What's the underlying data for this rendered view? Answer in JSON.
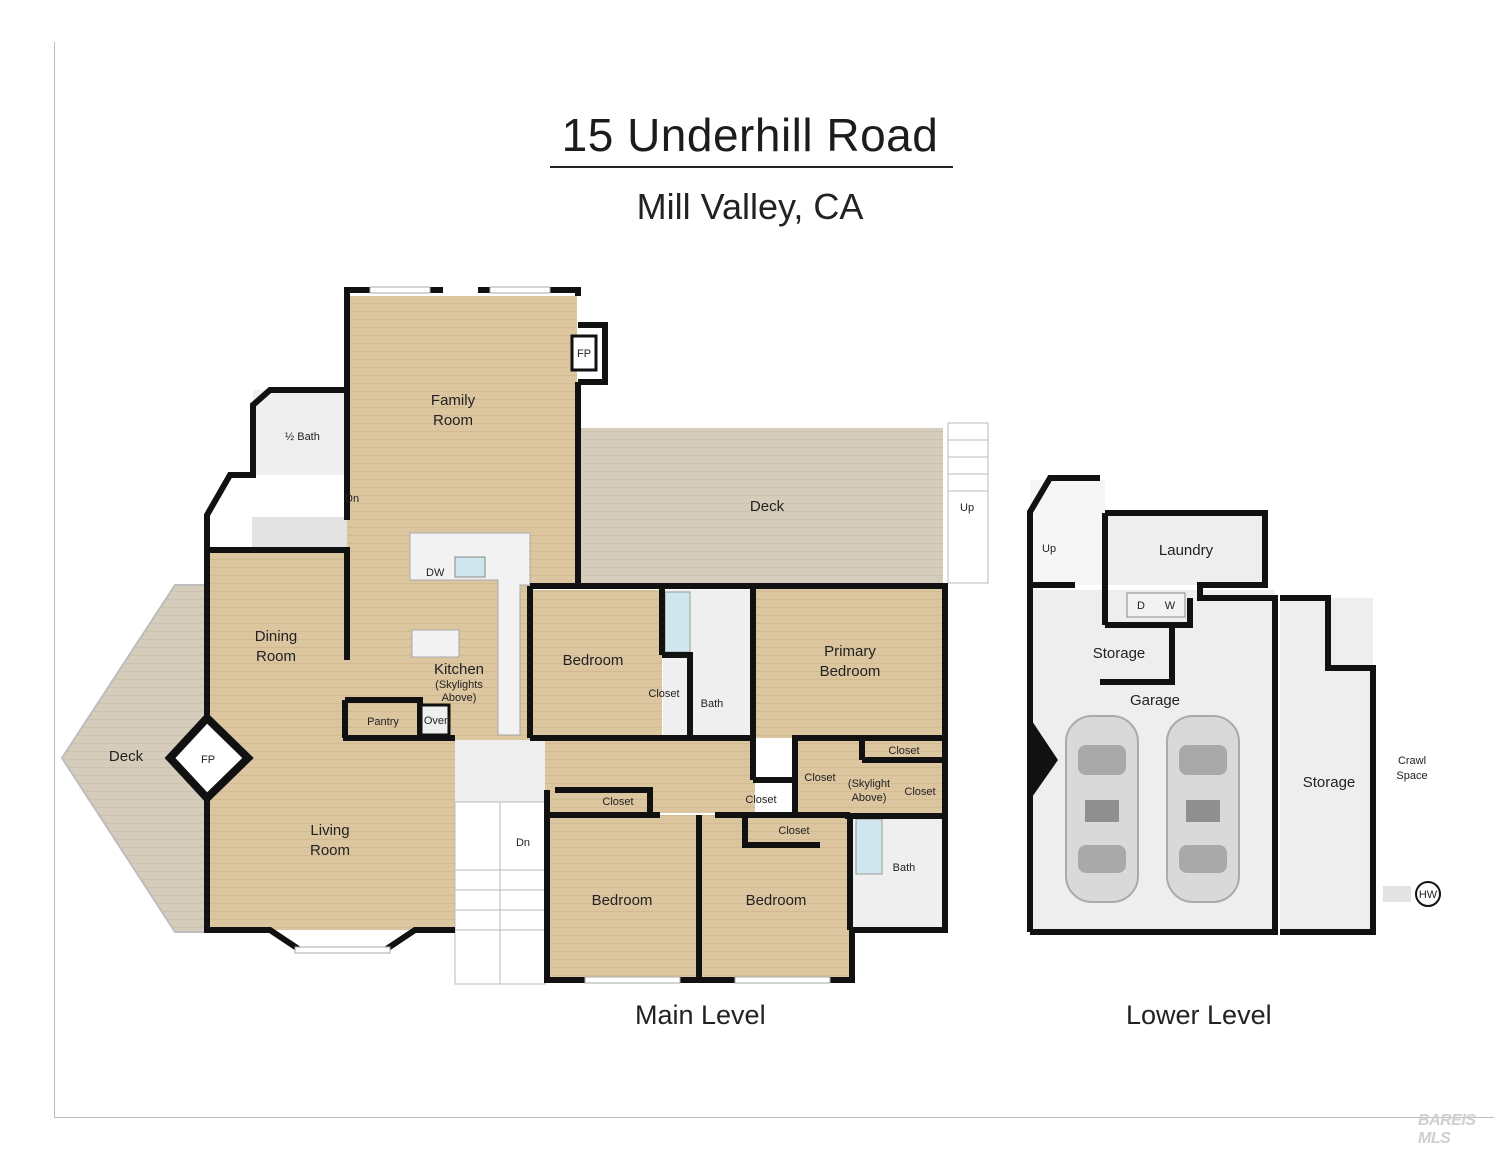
{
  "header": {
    "title": "15 Underhill Road",
    "subtitle": "Mill Valley, CA"
  },
  "levels": {
    "main": "Main Level",
    "lower": "Lower Level"
  },
  "main_rooms": {
    "family_room": [
      "Family",
      "Room"
    ],
    "half_bath": "½ Bath",
    "deck_rear": "Deck",
    "up_rear": "Up",
    "dn_upper": "Dn",
    "dw": "DW",
    "dining_room": [
      "Dining",
      "Room"
    ],
    "kitchen": "Kitchen",
    "kitchen_note": [
      "(Skylights",
      "Above)"
    ],
    "pantry": "Pantry",
    "oven": "Oven",
    "bedroom_1": "Bedroom",
    "closet_1": "Closet",
    "bath_1": "Bath",
    "primary_bedroom": [
      "Primary",
      "Bedroom"
    ],
    "closet_primary_top": "Closet",
    "closet_primary_left": "Closet",
    "skylight_note": [
      "(Skylight",
      "Above)"
    ],
    "closet_primary_right": "Closet",
    "closet_hall": "Closet",
    "closet_bed2": "Closet",
    "closet_bed3": "Closet",
    "deck_side": "Deck",
    "fp_living": "FP",
    "fp_family": "FP",
    "living_room": [
      "Living",
      "Room"
    ],
    "dn_lower": "Dn",
    "bedroom_2": "Bedroom",
    "bedroom_3": "Bedroom",
    "bath_2": "Bath"
  },
  "lower_rooms": {
    "up": "Up",
    "laundry": "Laundry",
    "dryer": "D",
    "washer": "W",
    "storage_1": "Storage",
    "garage": "Garage",
    "storage_2": "Storage",
    "crawl_space": [
      "Crawl",
      "Space"
    ],
    "hw": "HW"
  },
  "colors": {
    "wall": "#111111",
    "floor": "#dcc6a0",
    "deck": "#d6ccbb",
    "tile": "#efefef",
    "garage": "#eeeeee"
  },
  "watermark": "BAREIS MLS"
}
